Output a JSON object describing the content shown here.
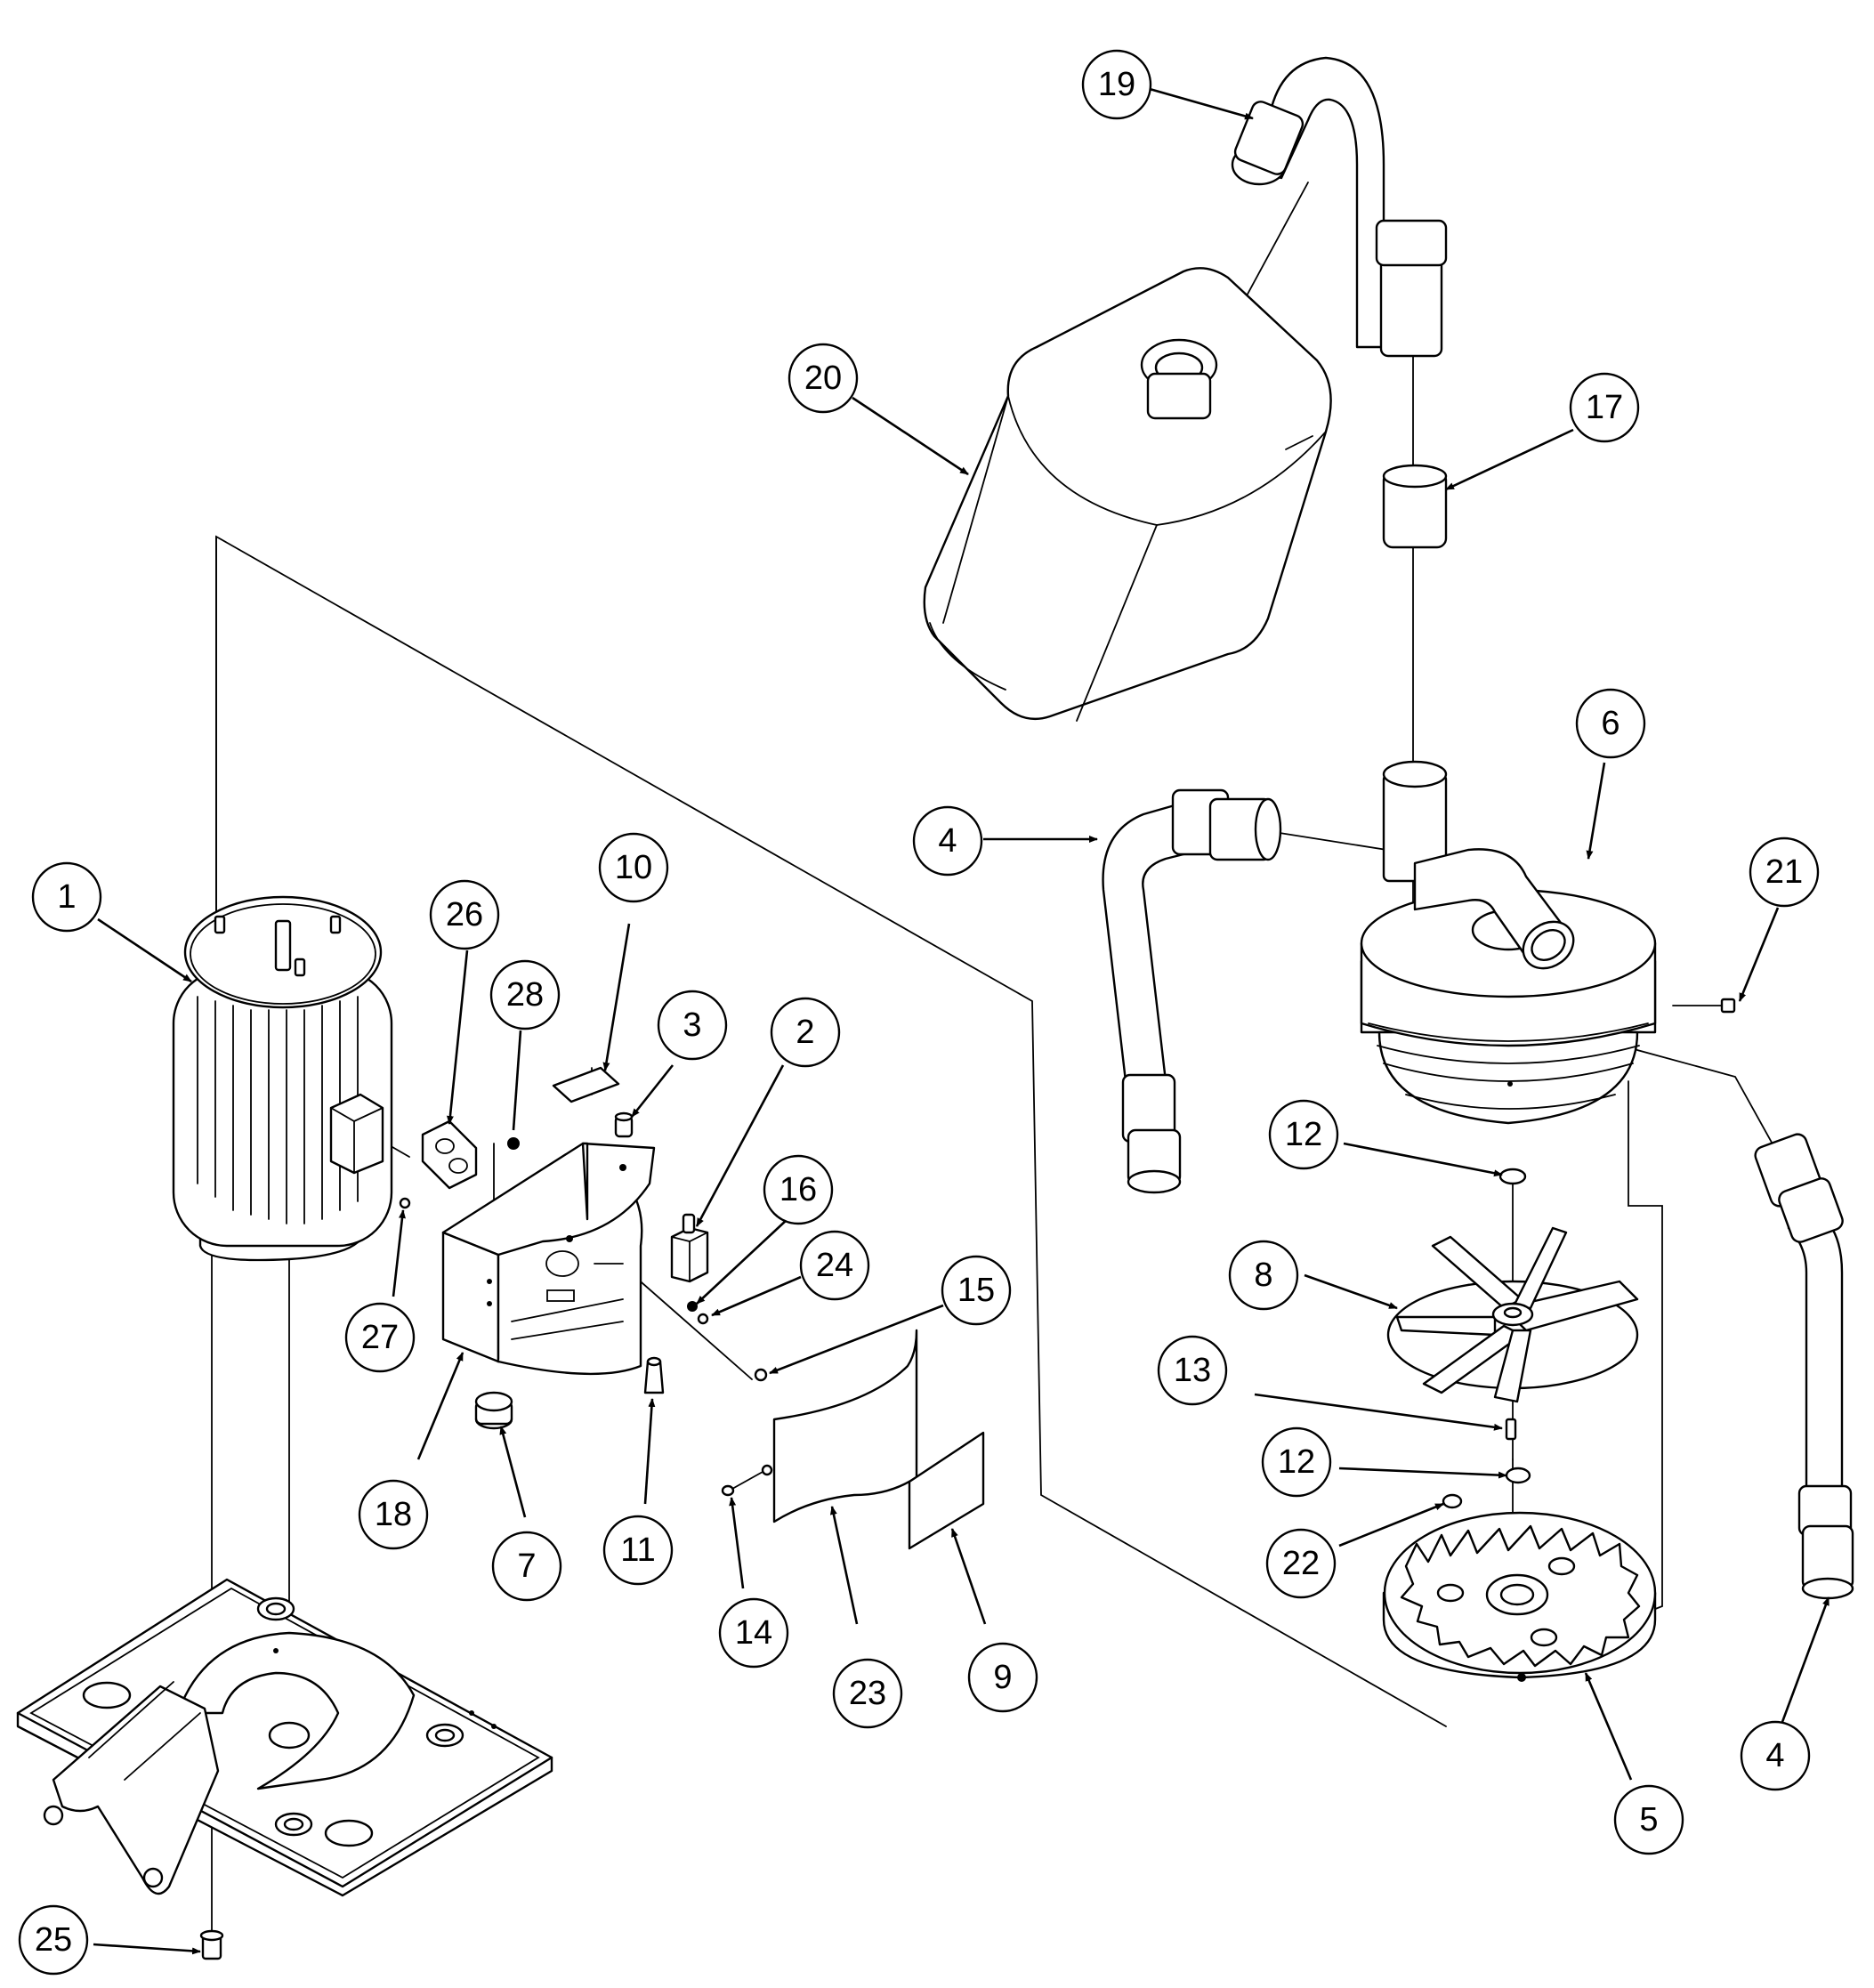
{
  "colors": {
    "ink": "#000000",
    "paper": "#ffffff"
  },
  "callouts": [
    {
      "id": "1",
      "label": "1",
      "target_part": "motor"
    },
    {
      "id": "2",
      "label": "2",
      "target_part": "switch"
    },
    {
      "id": "3",
      "label": "3",
      "target_part": "cap-nut"
    },
    {
      "id": "4a",
      "label": "4",
      "target_part": "hose-left"
    },
    {
      "id": "4b",
      "label": "4",
      "target_part": "hose-right"
    },
    {
      "id": "5",
      "label": "5",
      "target_part": "base-plate-disc"
    },
    {
      "id": "6",
      "label": "6",
      "target_part": "blower-housing"
    },
    {
      "id": "7",
      "label": "7",
      "target_part": "strain-relief"
    },
    {
      "id": "8",
      "label": "8",
      "target_part": "impeller"
    },
    {
      "id": "9",
      "label": "9",
      "target_part": "label-plate"
    },
    {
      "id": "10",
      "label": "10",
      "target_part": "warning-label"
    },
    {
      "id": "11",
      "label": "11",
      "target_part": "wire-nut"
    },
    {
      "id": "12a",
      "label": "12",
      "target_part": "washer-upper"
    },
    {
      "id": "12b",
      "label": "12",
      "target_part": "washer-lower"
    },
    {
      "id": "13",
      "label": "13",
      "target_part": "key"
    },
    {
      "id": "14",
      "label": "14",
      "target_part": "cover-screw"
    },
    {
      "id": "15",
      "label": "15",
      "target_part": "screw"
    },
    {
      "id": "16",
      "label": "16",
      "target_part": "nut"
    },
    {
      "id": "17",
      "label": "17",
      "target_part": "coupler"
    },
    {
      "id": "18",
      "label": "18",
      "target_part": "electrical-box"
    },
    {
      "id": "19",
      "label": "19",
      "target_part": "elbow-tube"
    },
    {
      "id": "20",
      "label": "20",
      "target_part": "dust-bag"
    },
    {
      "id": "21",
      "label": "21",
      "target_part": "set-screw"
    },
    {
      "id": "22",
      "label": "22",
      "target_part": "plate-screw"
    },
    {
      "id": "23",
      "label": "23",
      "target_part": "box-cover"
    },
    {
      "id": "24",
      "label": "24",
      "target_part": "switch-screw"
    },
    {
      "id": "25",
      "label": "25",
      "target_part": "base-bolt"
    },
    {
      "id": "26",
      "label": "26",
      "target_part": "terminal-box"
    },
    {
      "id": "27",
      "label": "27",
      "target_part": "motor-screw"
    },
    {
      "id": "28",
      "label": "28",
      "target_part": "grommet-screw"
    }
  ]
}
